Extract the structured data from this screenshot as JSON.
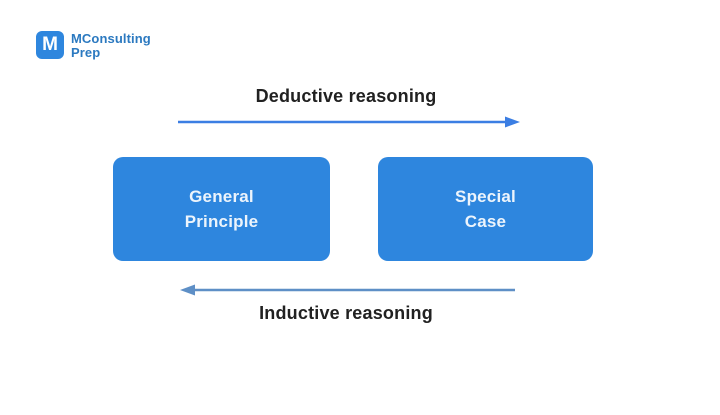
{
  "colors": {
    "background": "#FFFFFF",
    "box_fill": "#2E86DE",
    "box_text": "#ECF4FC",
    "deductive_arrow": "#3B7EE3",
    "inductive_arrow": "#5E8FC6",
    "label_text": "#212121",
    "logo_icon_fill": "#2E86DE",
    "logo_text_blue": "#2B79C0"
  },
  "logo": {
    "icon_letter": "M",
    "name_line1": "MConsulting",
    "name_line2": "Prep"
  },
  "diagram": {
    "top_arrow_label": "Deductive reasoning",
    "top_arrow_direction": "right",
    "bottom_arrow_label": "Inductive reasoning",
    "bottom_arrow_direction": "left",
    "boxes": [
      {
        "id": "general-principle",
        "line1": "General",
        "line2": "Principle"
      },
      {
        "id": "special-case",
        "line1": "Special",
        "line2": "Case"
      }
    ]
  }
}
